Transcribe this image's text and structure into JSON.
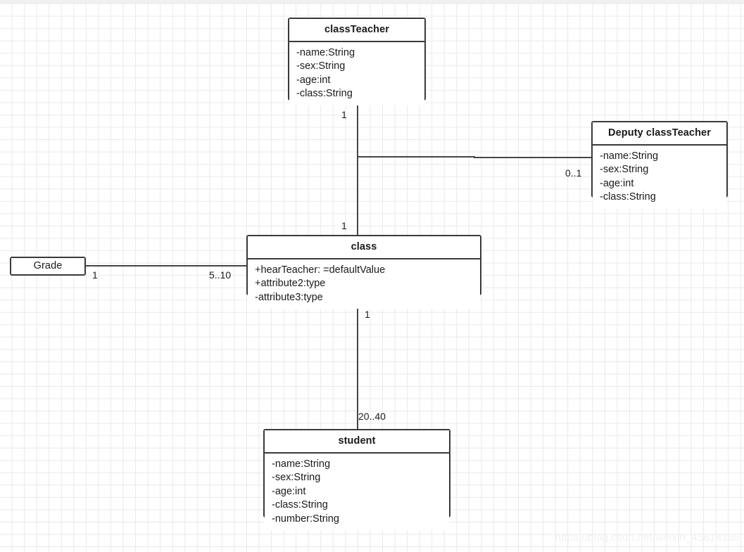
{
  "diagram": {
    "type": "uml-class-diagram",
    "classes": [
      {
        "id": "classTeacher",
        "name": "classTeacher",
        "attributes": [
          "-name:String",
          "-sex:String",
          "-age:int",
          "-class:String"
        ]
      },
      {
        "id": "deputyClassTeacher",
        "name": "Deputy classTeacher",
        "attributes": [
          "-name:String",
          "-sex:String",
          "-age:int",
          "-class:String"
        ]
      },
      {
        "id": "class",
        "name": "class",
        "attributes": [
          "+hearTeacher: =defaultValue",
          "+attribute2:type",
          "-attribute3:type"
        ]
      },
      {
        "id": "grade",
        "name": "Grade",
        "attributes": []
      },
      {
        "id": "student",
        "name": "student",
        "attributes": [
          "-name:String",
          "-sex:String",
          "-age:int",
          "-class:String",
          "-number:String"
        ]
      }
    ],
    "multiplicities": {
      "classTeacher_end": "1",
      "deputyClassTeacher_end": "0..1",
      "class_top_end": "1",
      "grade_end": "1",
      "class_left_end": "5..10",
      "class_bottom_end": "1",
      "student_end": "20..40"
    },
    "colors": {
      "box_border": "#3a3a3a",
      "connector": "#454545",
      "text": "#1a1a1a",
      "grid": "#e9e9e9",
      "background": "#ffffff"
    }
  },
  "watermark": {
    "text": "https://blog.csdn.net/weixin_45614136"
  }
}
